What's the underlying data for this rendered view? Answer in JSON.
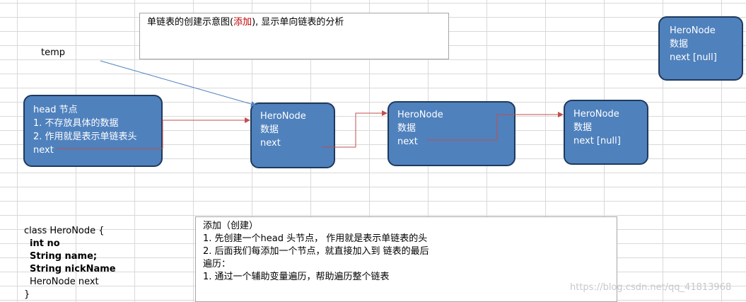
{
  "title_box": {
    "prefix": "单链表的创建示意图(",
    "red": "添加",
    "suffix": "), 显示单向链表的分析"
  },
  "temp_label": "temp",
  "head_node": {
    "lines": [
      "head 节点",
      "1. 不存放具体的数据",
      "2. 作用就是表示单链表头",
      "next"
    ]
  },
  "nodes": [
    {
      "lines": [
        "HeroNode",
        "数据",
        "next"
      ]
    },
    {
      "lines": [
        "HeroNode",
        "数据",
        "next"
      ]
    },
    {
      "lines": [
        "HeroNode",
        "数据",
        "next [null]"
      ]
    },
    {
      "lines": [
        "HeroNode",
        "数据",
        "next [null]"
      ]
    }
  ],
  "code": {
    "lines": [
      "class HeroNode {",
      "int no",
      "String name;",
      "String nickName",
      "HeroNode next",
      "}"
    ]
  },
  "notes": {
    "lines": [
      "添加（创建）",
      "1. 先创建一个head 头节点， 作用就是表示单链表的头",
      "2. 后面我们每添加一个节点，就直接加入到 链表的最后",
      "遍历：",
      "1. 通过一个辅助变量遍历，帮助遍历整个链表"
    ]
  },
  "watermark": "https://blog.csdn.net/qq_41813968",
  "colors": {
    "node_fill": "#4f81bd",
    "node_border": "#1f3a5c",
    "link": "#c0504d",
    "temp_arrow": "#4f81bd",
    "highlight": "#c00000"
  }
}
